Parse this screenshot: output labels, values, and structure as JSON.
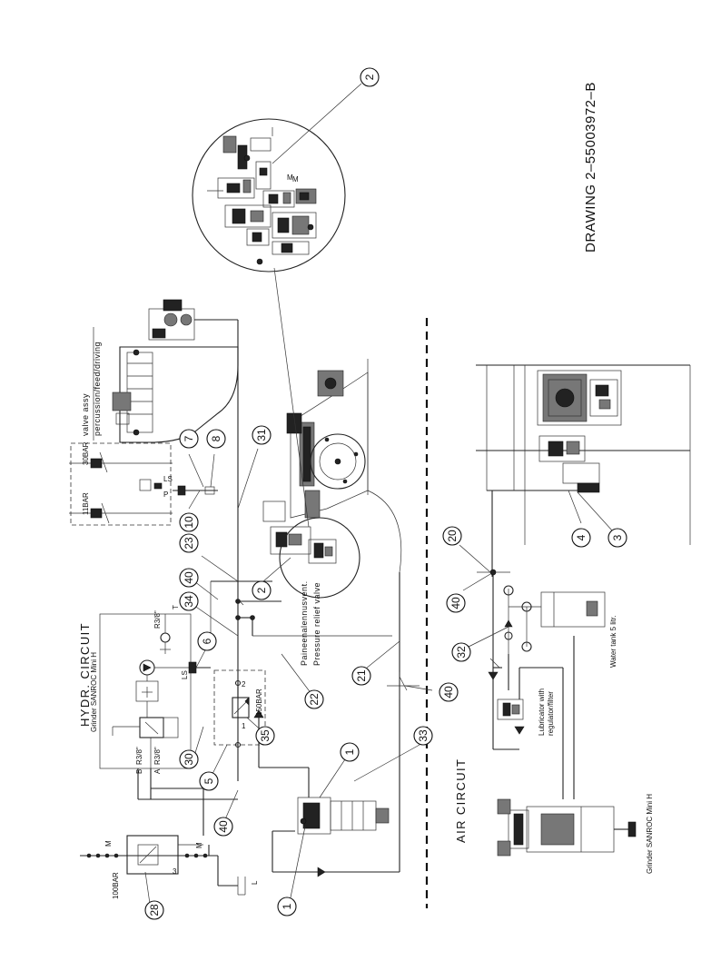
{
  "drawing": {
    "number": "DRAWING 2–55003972–B"
  },
  "sections": {
    "hydr_title": "HYDR. CIRCUIT",
    "hydr_sub": "Grinder SANROC Mini H",
    "air_title": "AIR CIRCUIT",
    "air_sub": "Grinder SANROC Mini H"
  },
  "labels": {
    "valve_assy_1": "valve assy",
    "valve_assy_2": "percussion/feed/driving",
    "pressure_relief_fi": "Paineenalennusvent.",
    "pressure_relief_en": "Pressure relief valve",
    "water_tank": "Water tank 5 litr.",
    "lubricator_1": "Lubricator with",
    "lubricator_2": "regulator/filter",
    "bar_30": "30BAR",
    "bar_11": "11BAR",
    "bar_100": "100BAR",
    "bar_150": "150BAR",
    "port_r38_t": "R3/8\"",
    "port_r38_b": "R3/8\"",
    "port_r38_a": "R3/8\"",
    "port_t": "T",
    "port_b": "B",
    "port_a": "A",
    "port_ls": "LS",
    "port_m1": "M",
    "port_m2": "M",
    "port_m3": "M",
    "port_l": "L",
    "port_1": "1",
    "port_2": "2",
    "port_3": "3",
    "port_p": "P",
    "port_ls2": "LS"
  },
  "callouts": [
    {
      "id": "c2a",
      "text": "2"
    },
    {
      "id": "c7",
      "text": "7"
    },
    {
      "id": "c8",
      "text": "8"
    },
    {
      "id": "c31",
      "text": "31"
    },
    {
      "id": "c10",
      "text": "10"
    },
    {
      "id": "c23",
      "text": "23"
    },
    {
      "id": "c40a",
      "text": "40"
    },
    {
      "id": "c2b",
      "text": "2"
    },
    {
      "id": "c34",
      "text": "34"
    },
    {
      "id": "c6",
      "text": "6"
    },
    {
      "id": "c22",
      "text": "22"
    },
    {
      "id": "c21",
      "text": "21"
    },
    {
      "id": "c40b",
      "text": "40"
    },
    {
      "id": "c35",
      "text": "35"
    },
    {
      "id": "c33",
      "text": "33"
    },
    {
      "id": "c1a",
      "text": "1"
    },
    {
      "id": "c30",
      "text": "30"
    },
    {
      "id": "c5",
      "text": "5"
    },
    {
      "id": "c40c",
      "text": "40"
    },
    {
      "id": "c1b",
      "text": "1"
    },
    {
      "id": "c28",
      "text": "28"
    },
    {
      "id": "c20",
      "text": "20"
    },
    {
      "id": "c40d",
      "text": "40"
    },
    {
      "id": "c32",
      "text": "32"
    },
    {
      "id": "c4",
      "text": "4"
    },
    {
      "id": "c3",
      "text": "3"
    }
  ]
}
